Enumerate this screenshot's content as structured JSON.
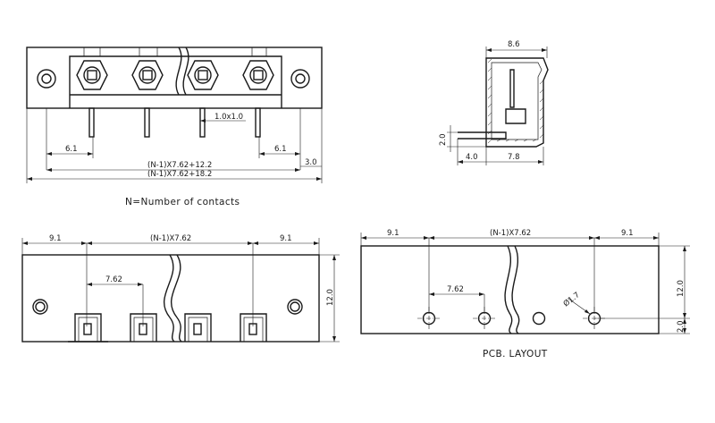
{
  "front_view": {
    "dim_pin_width": "1.0x1.0",
    "dim_left_edge": "6.1",
    "dim_right_edge": "6.1",
    "dim_pitch_span": "(N-1)X7.62+12.2",
    "dim_overall": "(N-1)X7.62+18.2",
    "dim_end": "3.0"
  },
  "side_view": {
    "dim_depth": "8.6",
    "dim_pin_height": "2.0",
    "dim_offset": "4.0",
    "dim_body": "7.8"
  },
  "note": "N=Number of contacts",
  "top_view": {
    "dim_left": "9.1",
    "dim_span": "(N-1)X7.62",
    "dim_right": "9.1",
    "dim_pitch": "7.62",
    "dim_height": "12.0"
  },
  "pcb_layout": {
    "dim_left": "9.1",
    "dim_span": "(N-1)X7.62",
    "dim_right": "9.1",
    "dim_pitch": "7.62",
    "dim_hole": "Ø1.7",
    "dim_height": "12.0",
    "dim_row": "2.0",
    "caption": "PCB. LAYOUT"
  }
}
